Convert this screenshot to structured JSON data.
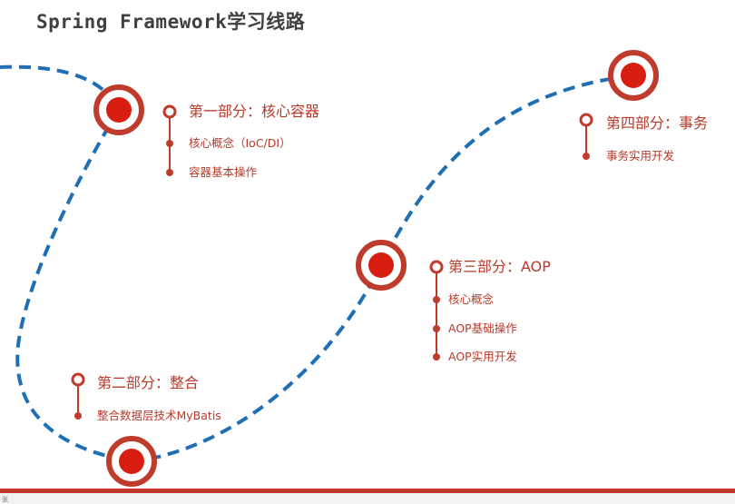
{
  "title": "Spring Framework学习线路",
  "colors": {
    "path": "#1f6fb5",
    "accent": "#c0392b",
    "text": "#b83a2a",
    "title": "#404040"
  },
  "sections": [
    {
      "title": "第一部分：核心容器",
      "items": [
        "核心概念（IoC/DI）",
        "容器基本操作"
      ]
    },
    {
      "title": "第二部分：整合",
      "items": [
        "整合数据层技术MyBatis"
      ]
    },
    {
      "title": "第三部分：AOP",
      "items": [
        "核心概念",
        "AOP基础操作",
        "AOP实用开发"
      ]
    },
    {
      "title": "第四部分：事务",
      "items": [
        "事务实用开发"
      ]
    }
  ],
  "footer_mark": "张"
}
